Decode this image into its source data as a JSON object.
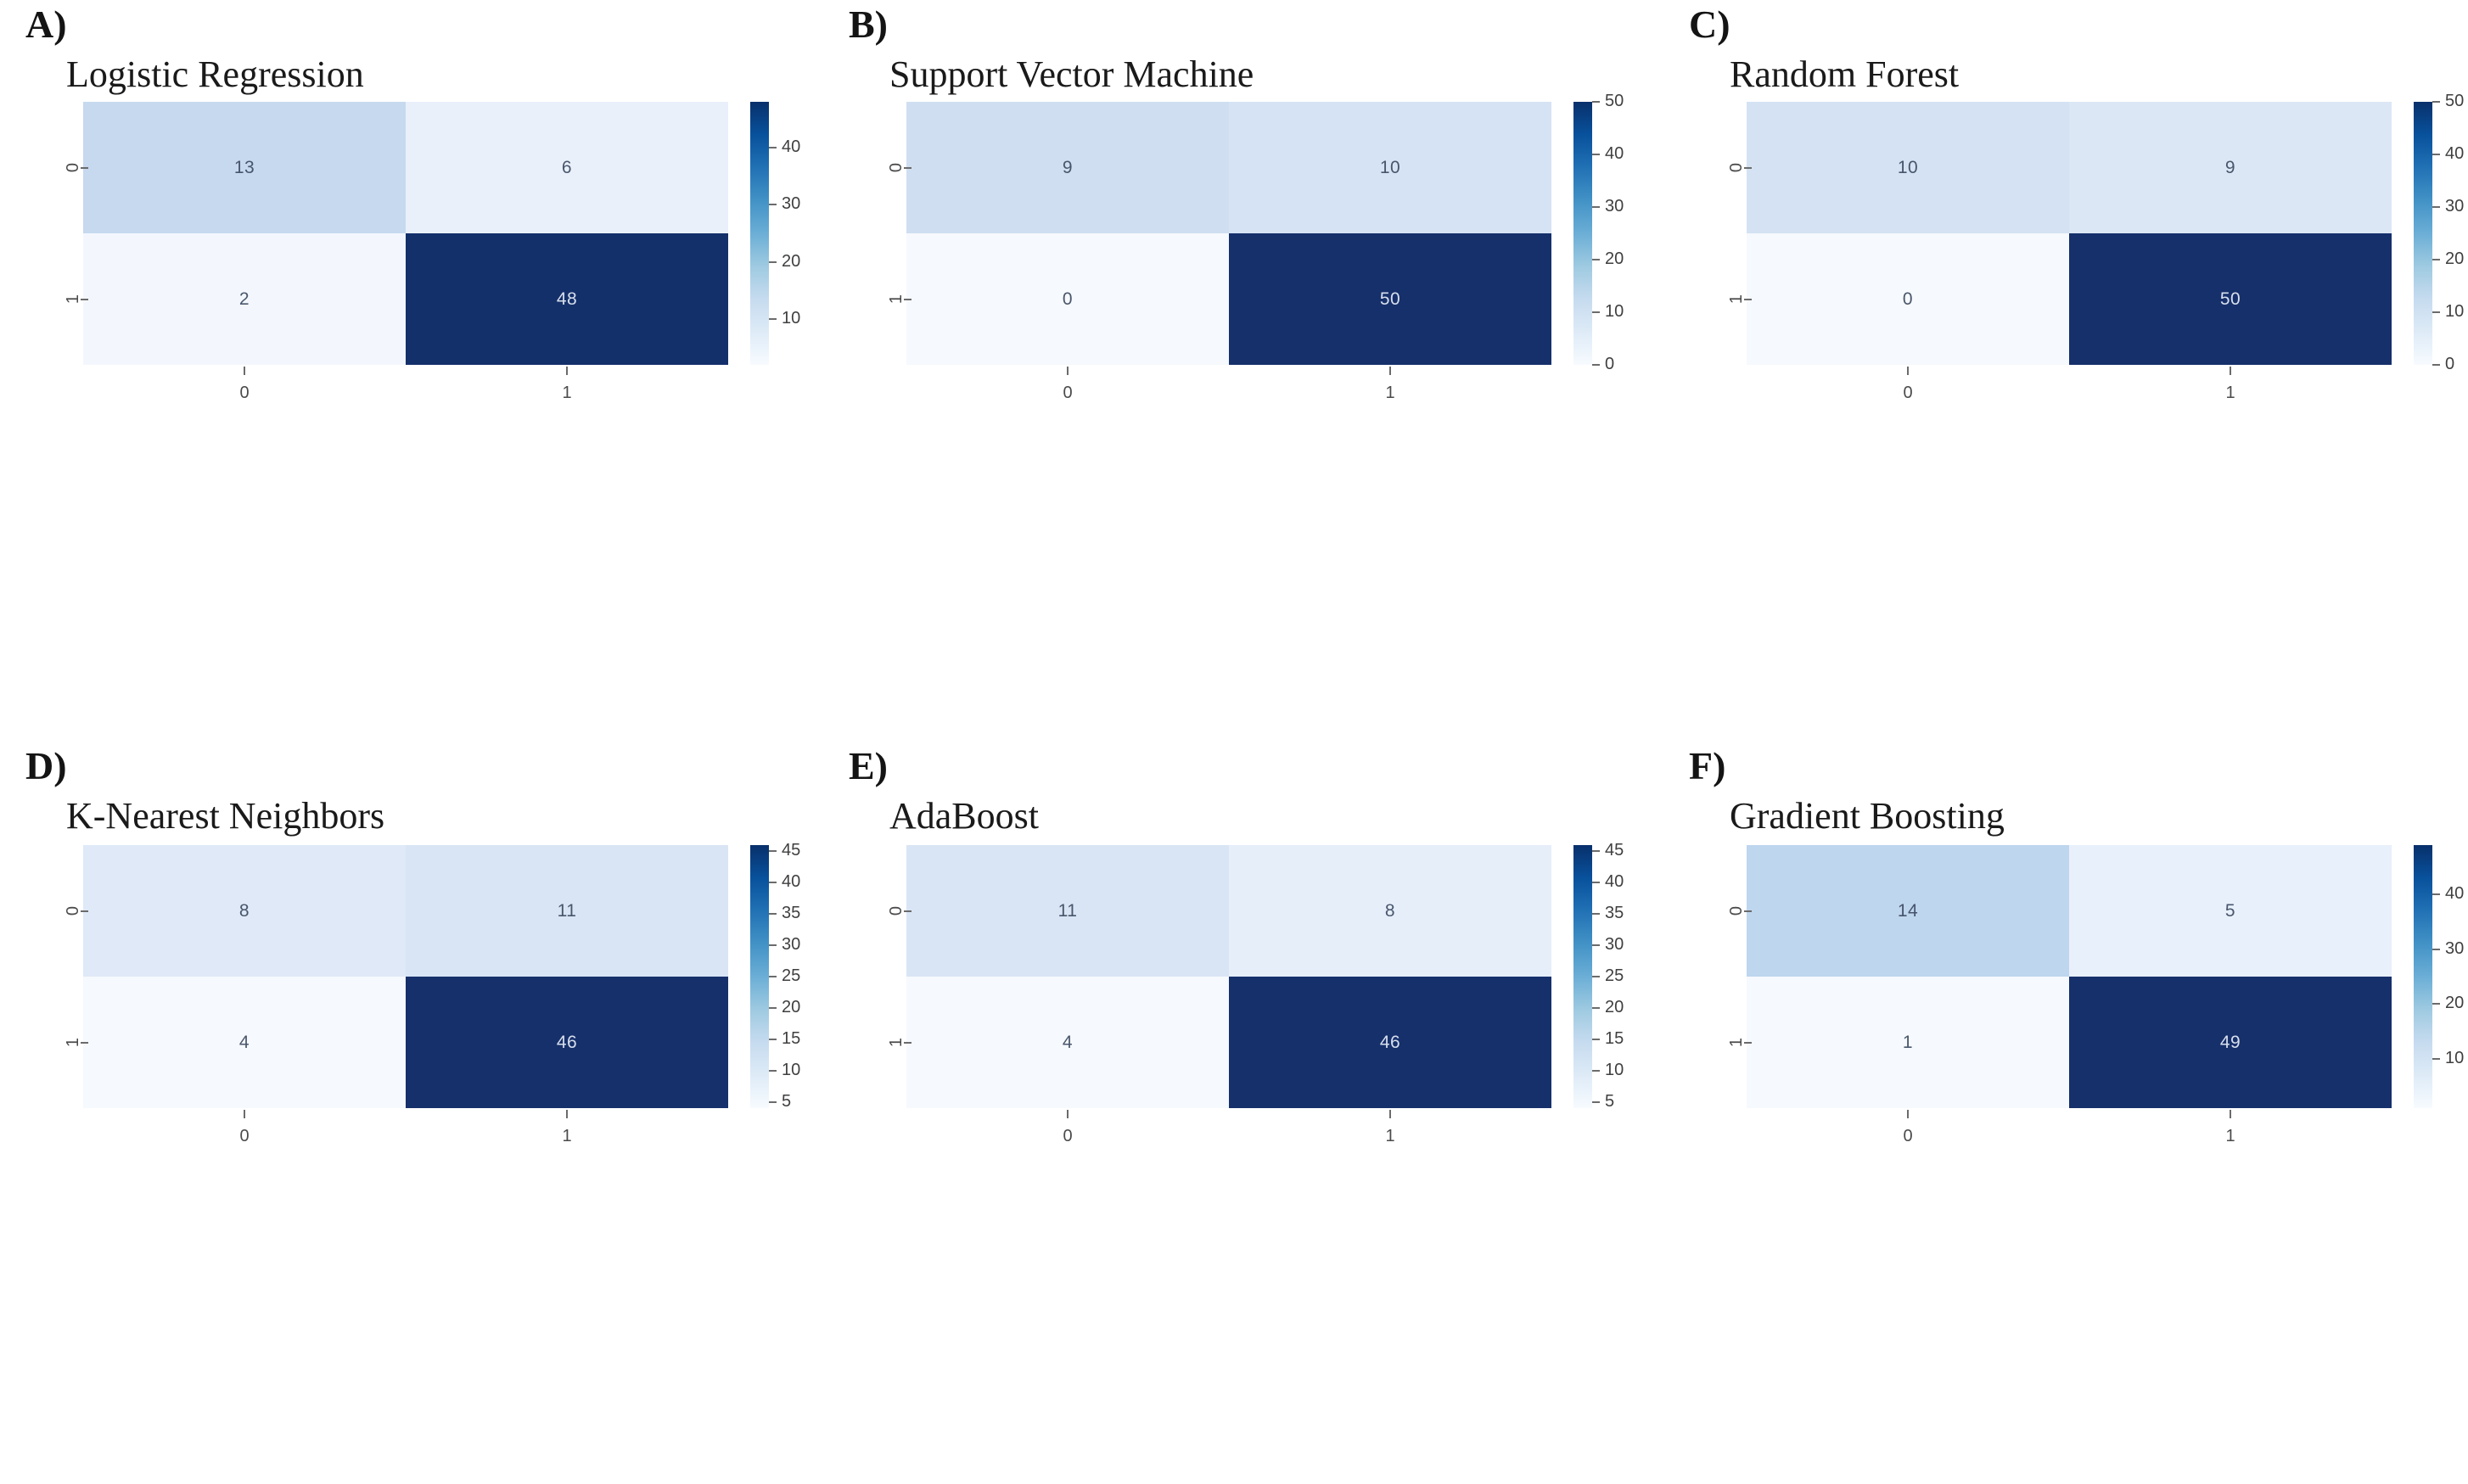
{
  "figure": {
    "background": "#ffffff",
    "colormap": "Blues",
    "panel_count": 6
  },
  "chart_data": [
    {
      "type": "heatmap",
      "panel": "A)",
      "title": "Logistic Regression",
      "xlabel": "",
      "ylabel": "",
      "xticklabels": [
        "0",
        "1"
      ],
      "yticklabels": [
        "0",
        "1"
      ],
      "matrix": [
        [
          13,
          6
        ],
        [
          2,
          48
        ]
      ],
      "cell_labels": [
        [
          "13",
          "6"
        ],
        [
          "2",
          "48"
        ]
      ],
      "cell_colors": [
        [
          "#c6d9ef",
          "#e9f0fa"
        ],
        [
          "#f3f7fd",
          "#14306b"
        ]
      ],
      "cell_text_dark": [
        [
          false,
          false
        ],
        [
          false,
          true
        ]
      ],
      "colorbar": {
        "vmin": 2,
        "vmax": 48,
        "ticks": [
          40,
          30,
          20,
          10
        ],
        "tick_labels": [
          "40",
          "30",
          "20",
          "10"
        ],
        "position": "right"
      }
    },
    {
      "type": "heatmap",
      "panel": "B)",
      "title": "Support Vector Machine",
      "xlabel": "",
      "ylabel": "",
      "xticklabels": [
        "0",
        "1"
      ],
      "yticklabels": [
        "0",
        "1"
      ],
      "matrix": [
        [
          9,
          10
        ],
        [
          0,
          50
        ]
      ],
      "cell_labels": [
        [
          "9",
          "10"
        ],
        [
          "0",
          "50"
        ]
      ],
      "cell_colors": [
        [
          "#cfdff1",
          "#d6e3f4"
        ],
        [
          "#f6f9fd",
          "#16306b"
        ]
      ],
      "cell_text_dark": [
        [
          false,
          false
        ],
        [
          false,
          true
        ]
      ],
      "colorbar": {
        "vmin": 0,
        "vmax": 50,
        "ticks": [
          50,
          40,
          30,
          20,
          10,
          0
        ],
        "tick_labels": [
          "50",
          "40",
          "30",
          "20",
          "10",
          "0"
        ],
        "position": "right"
      }
    },
    {
      "type": "heatmap",
      "panel": "C)",
      "title": "Random Forest",
      "xlabel": "",
      "ylabel": "",
      "xticklabels": [
        "0",
        "1"
      ],
      "yticklabels": [
        "0",
        "1"
      ],
      "matrix": [
        [
          10,
          9
        ],
        [
          0,
          50
        ]
      ],
      "cell_labels": [
        [
          "10",
          "9"
        ],
        [
          "0",
          "50"
        ]
      ],
      "cell_colors": [
        [
          "#d4e2f3",
          "#dbe7f5"
        ],
        [
          "#f6f9fd",
          "#16306b"
        ]
      ],
      "cell_text_dark": [
        [
          false,
          false
        ],
        [
          false,
          true
        ]
      ],
      "colorbar": {
        "vmin": 0,
        "vmax": 50,
        "ticks": [
          50,
          40,
          30,
          20,
          10,
          0
        ],
        "tick_labels": [
          "50",
          "40",
          "30",
          "20",
          "10",
          "0"
        ],
        "position": "right"
      }
    },
    {
      "type": "heatmap",
      "panel": "D)",
      "title": "K-Nearest Neighbors",
      "xlabel": "",
      "ylabel": "",
      "xticklabels": [
        "0",
        "1"
      ],
      "yticklabels": [
        "0",
        "1"
      ],
      "matrix": [
        [
          8,
          11
        ],
        [
          4,
          46
        ]
      ],
      "cell_labels": [
        [
          "8",
          "11"
        ],
        [
          "4",
          "46"
        ]
      ],
      "cell_colors": [
        [
          "#dfe9f7",
          "#d9e5f5"
        ],
        [
          "#f6f9fd",
          "#16306b"
        ]
      ],
      "cell_text_dark": [
        [
          false,
          false
        ],
        [
          false,
          true
        ]
      ],
      "colorbar": {
        "vmin": 4,
        "vmax": 46,
        "ticks": [
          45,
          40,
          35,
          30,
          25,
          20,
          15,
          10,
          5
        ],
        "tick_labels": [
          "45",
          "40",
          "35",
          "30",
          "25",
          "20",
          "15",
          "10",
          "5"
        ],
        "position": "right"
      }
    },
    {
      "type": "heatmap",
      "panel": "E)",
      "title": "AdaBoost",
      "xlabel": "",
      "ylabel": "",
      "xticklabels": [
        "0",
        "1"
      ],
      "yticklabels": [
        "0",
        "1"
      ],
      "matrix": [
        [
          11,
          8
        ],
        [
          4,
          46
        ]
      ],
      "cell_labels": [
        [
          "11",
          "8"
        ],
        [
          "4",
          "46"
        ]
      ],
      "cell_colors": [
        [
          "#d9e5f5",
          "#e6eefa"
        ],
        [
          "#f6f9fd",
          "#16306b"
        ]
      ],
      "cell_text_dark": [
        [
          false,
          false
        ],
        [
          false,
          true
        ]
      ],
      "colorbar": {
        "vmin": 4,
        "vmax": 46,
        "ticks": [
          45,
          40,
          35,
          30,
          25,
          20,
          15,
          10,
          5
        ],
        "tick_labels": [
          "45",
          "40",
          "35",
          "30",
          "25",
          "20",
          "15",
          "10",
          "5"
        ],
        "position": "right"
      }
    },
    {
      "type": "heatmap",
      "panel": "F)",
      "title": "Gradient Boosting",
      "xlabel": "",
      "ylabel": "",
      "xticklabels": [
        "0",
        "1"
      ],
      "yticklabels": [
        "0",
        "1"
      ],
      "matrix": [
        [
          14,
          5
        ],
        [
          1,
          49
        ]
      ],
      "cell_labels": [
        [
          "14",
          "5"
        ],
        [
          "1",
          "49"
        ]
      ],
      "cell_colors": [
        [
          "#bed6ee",
          "#e8f0fb"
        ],
        [
          "#f6f9fd",
          "#16306b"
        ]
      ],
      "cell_text_dark": [
        [
          false,
          false
        ],
        [
          false,
          true
        ]
      ],
      "colorbar": {
        "vmin": 1,
        "vmax": 49,
        "ticks": [
          40,
          30,
          20,
          10
        ],
        "tick_labels": [
          "40",
          "30",
          "20",
          "10"
        ],
        "position": "right"
      }
    }
  ]
}
